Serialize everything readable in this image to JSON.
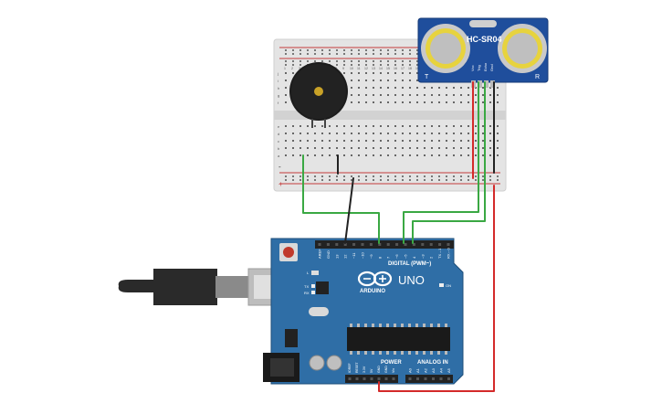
{
  "sensor": {
    "model_label": "HC-SR04",
    "pins": [
      "Vcc",
      "Trig",
      "Echo",
      "Gnd"
    ],
    "t_label": "T",
    "r_label": "R"
  },
  "breadboard": {
    "column_numbers": [
      "1",
      "2",
      "3",
      "4",
      "5",
      "6",
      "7",
      "8",
      "9",
      "10",
      "11",
      "12",
      "13",
      "14",
      "15",
      "16",
      "17",
      "18",
      "19",
      "20",
      "21",
      "22",
      "23",
      "24",
      "25",
      "26",
      "27",
      "28",
      "29",
      "30"
    ],
    "row_letters_top": [
      "j",
      "i",
      "h",
      "g",
      "f"
    ],
    "row_letters_bottom": [
      "e",
      "d",
      "c",
      "b",
      "a"
    ],
    "rail_minus": "-",
    "rail_plus": "+"
  },
  "arduino": {
    "logo_text": "ARDUINO",
    "model_text": "UNO",
    "digital_label": "DIGITAL (PWM~)",
    "power_label": "POWER",
    "analog_label": "ANALOG IN",
    "on_label": "ON",
    "tx_label": "TX",
    "rx_label": "RX",
    "l_label": "L",
    "digital_pins": [
      "AREF",
      "GND",
      "13",
      "12",
      "~11",
      "~10",
      "~9",
      "8",
      "7",
      "~6",
      "~5",
      "4",
      "~3",
      "2",
      "TX→1",
      "RX←0"
    ],
    "power_pins": [
      "IOREF",
      "RESET",
      "3.3V",
      "5V",
      "GND",
      "GND",
      "Vin"
    ],
    "analog_pins": [
      "A0",
      "A1",
      "A2",
      "A3",
      "A4",
      "A5"
    ]
  },
  "colors": {
    "board_blue": "#2f6ea6",
    "sensor_blue": "#1f4e9c",
    "wire_green": "#3aa843",
    "wire_red": "#d42a2a",
    "wire_black": "#222222"
  }
}
